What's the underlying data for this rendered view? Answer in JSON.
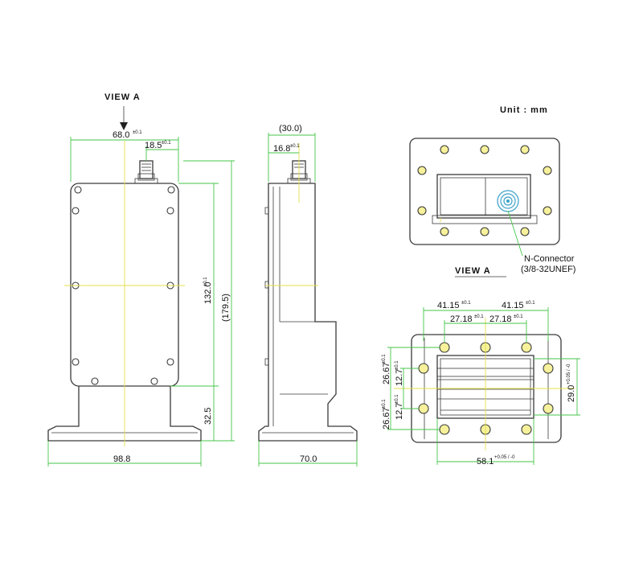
{
  "view_a_label": "VIEW A",
  "unit_label": "Unit : mm",
  "connector_label": "N-Connector",
  "connector_spec": "(3/8-32UNEF)",
  "front": {
    "width_top": "68.0",
    "width_top_tol": "±0.1",
    "connector_offset": "18.5",
    "connector_offset_tol": "±0.1",
    "body_height": "132.0",
    "body_height_tol": "±0.1",
    "total_height": "(179.5)",
    "base_height": "32.5",
    "base_width": "98.8"
  },
  "side": {
    "depth_ref": "(30.0)",
    "connector_offset": "16.8",
    "connector_offset_tol": "±0.1",
    "base_width": "70.0"
  },
  "flange": {
    "h_outer_left": "41.15",
    "h_outer_right": "41.15",
    "h_outer_tol": "±0.1",
    "h_inner_left": "27.18",
    "h_inner_right": "27.18",
    "h_inner_tol": "±0.1",
    "v_outer_top": "26.67",
    "v_outer_bottom": "26.67",
    "v_outer_tol": "±0.1",
    "v_inner_top": "12.7",
    "v_inner_bottom": "12.7",
    "v_inner_tol": "±0.1",
    "aperture_height": "29.0",
    "aperture_height_tol": "+0.05 / -0",
    "aperture_width": "58.1",
    "aperture_width_tol": "+0.05 / -0"
  }
}
